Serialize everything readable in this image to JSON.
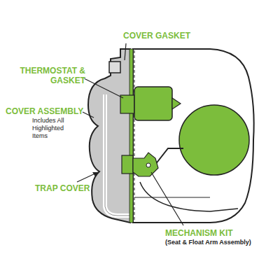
{
  "diagram": {
    "labels": [
      "COVER GASKET",
      "THERMOSTAT & GASKET",
      "COVER ASSEMBLY",
      "Includes All Highlighted Items",
      "TRAP COVER",
      "MECHANISM KIT",
      "(Seat & Float Arm Assembly)"
    ]
  }
}
